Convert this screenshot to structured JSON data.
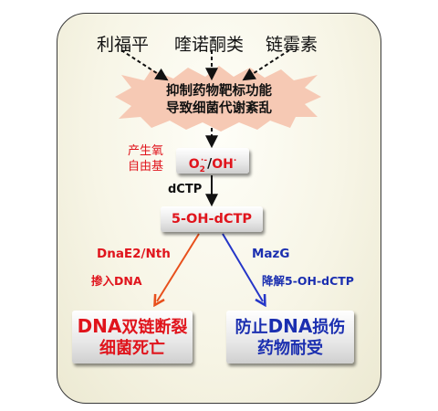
{
  "drugs": [
    "利福平",
    "喹诺酮类",
    "链霉素"
  ],
  "mechanism": [
    "抑制药物靶标功能",
    "导致细菌代谢紊乱"
  ],
  "ros_note": [
    "产生氧",
    "自由基"
  ],
  "ros_box": {
    "o2": "O",
    "o2_sub": "2",
    "o2_sup": "·-",
    "sep": "/",
    "oh": "OH",
    "oh_sup": "·"
  },
  "dctp": "dCTP",
  "oh_dctp": "5-OH-dCTP",
  "left_enzyme": "DnaE2/Nth",
  "left_action": "掺入DNA",
  "right_enzyme": "MazG",
  "right_action": "降解5-OH-dCTP",
  "outcome_left": {
    "line1_latin": "DNA",
    "line1_cjk": "双链断裂",
    "line2": "细菌死亡"
  },
  "outcome_right": {
    "line1_cjk": "防止",
    "line1_latin": "DNA",
    "line1_cjk2": "损伤",
    "line2": "药物耐受"
  },
  "colors": {
    "red": "#e0141c",
    "blue": "#1b2fb0",
    "burst": "#f6c9b4",
    "arrow_red": "#e8501c",
    "arrow_blue": "#2536c8"
  }
}
